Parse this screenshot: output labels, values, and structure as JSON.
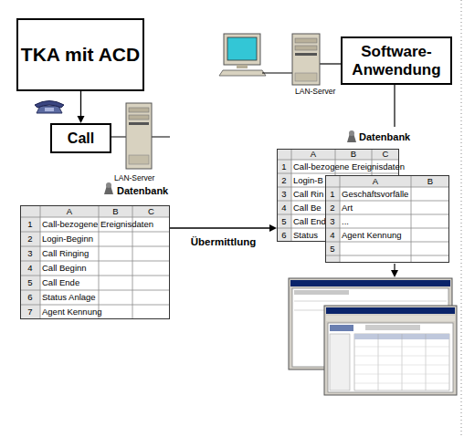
{
  "diagram": {
    "nodes": [
      {
        "text": [
          "TKA mit ACD"
        ]
      },
      {
        "text": [
          "Call"
        ]
      },
      {
        "text": [
          "Software-Anwendung"
        ]
      },
      {
        "text": [
          "A",
          "B",
          "C",
          "1",
          "Call-bezogene Ereignisdaten",
          "2",
          "Login-Beginn",
          "3",
          "Call Ringing",
          "4",
          "Call Beginn",
          "5",
          "Call Ende",
          "6",
          "Status Anlage",
          "7",
          "Agent Kennung"
        ]
      },
      {
        "text": [
          "A",
          "B",
          "C",
          "1",
          "Call-bezogene Ereignisdaten",
          "2",
          "Login-B",
          "3",
          "Call Rin",
          "4",
          "Call Be",
          "5",
          "Call End",
          "6",
          "Status"
        ]
      },
      {
        "text": [
          "A",
          "B",
          "1",
          "Geschäftsvorfälle",
          "2",
          "Art",
          "3",
          "...",
          "4",
          "Agent Kennung",
          "5"
        ]
      }
    ],
    "edges": [
      {
        "from": 0,
        "to": 1,
        "arrow": "to"
      },
      {
        "from": 3,
        "to": 4,
        "label": "Übermittlung",
        "arrow": "to"
      }
    ],
    "labels": [
      "LAN-Server",
      "Datenbank",
      "LAN-Server",
      "Datenbank"
    ]
  }
}
